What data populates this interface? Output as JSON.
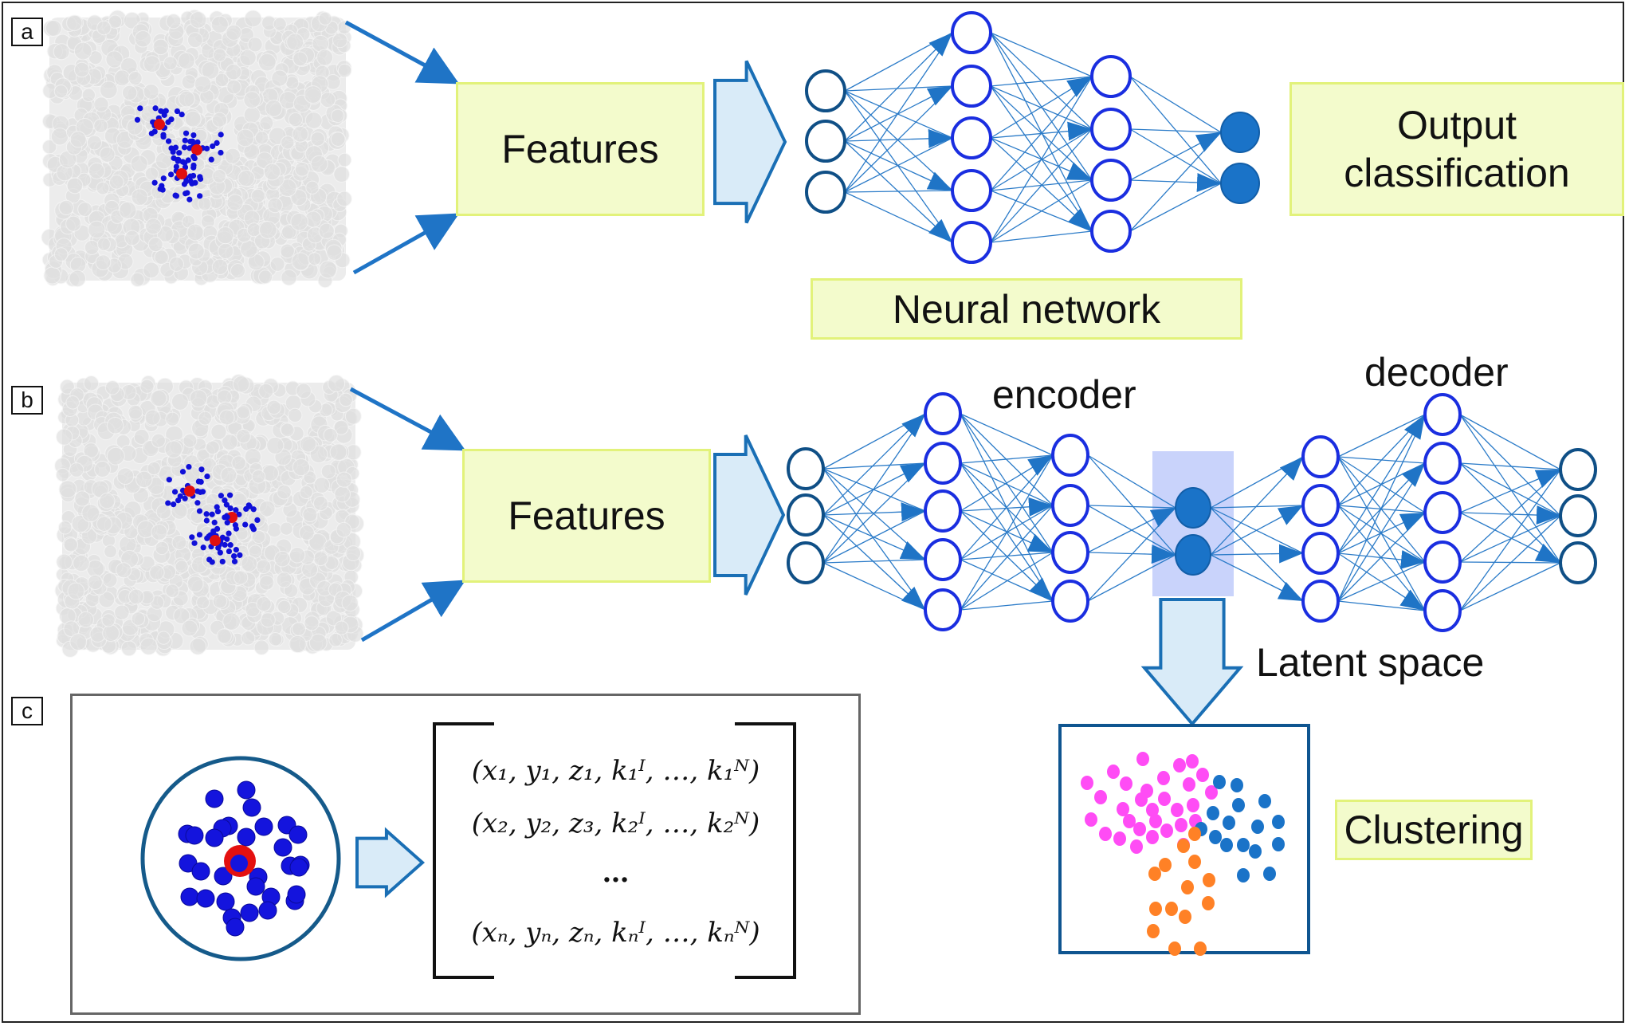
{
  "figure": {
    "panels": [
      {
        "id": "a",
        "label": "a"
      },
      {
        "id": "b",
        "label": "b"
      },
      {
        "id": "c",
        "label": "c"
      }
    ],
    "colors": {
      "arrow_blue": "#1f74c6",
      "node_outline_input": "#0f4f86",
      "node_outline_hidden": "#1a2ee0",
      "node_fill_output": "#1a73c8",
      "label_box_fill": "#f3fbcc",
      "label_box_border": "#e2f27a",
      "block_arrow_fill": "#d9ebf8",
      "block_arrow_border": "#1a6fb5",
      "latent_highlight": "#c9d3fb",
      "cluster_magenta": "#ff4cf5",
      "cluster_blue": "#1a73c8",
      "cluster_orange": "#ff8126",
      "atom_grey": "#d8d8d8",
      "atom_blue": "#1010d8",
      "atom_red": "#e01010"
    },
    "panel_a": {
      "features_label": "Features",
      "output_label_line1": "Output",
      "output_label_line2": "classification",
      "network_label": "Neural network",
      "network_layers": [
        3,
        5,
        4,
        2
      ]
    },
    "panel_b": {
      "features_label": "Features",
      "encoder_label": "encoder",
      "decoder_label": "decoder",
      "latent_label": "Latent space",
      "clustering_label": "Clustering",
      "network_layers": [
        3,
        5,
        4,
        2,
        4,
        5,
        3
      ],
      "clusters": [
        {
          "name": "magenta",
          "points": 30
        },
        {
          "name": "blue",
          "points": 16
        },
        {
          "name": "orange",
          "points": 14
        }
      ]
    },
    "panel_c": {
      "matrix_rows": [
        "(x₁, y₁, z₁, k₁ᴵ, …, k₁ᴺ)",
        "(x₂, y₂, z₃, k₂ᴵ, …, k₂ᴺ)",
        "…",
        "(xₙ, yₙ, zₙ, kₙᴵ, …, kₙᴺ)"
      ]
    }
  }
}
